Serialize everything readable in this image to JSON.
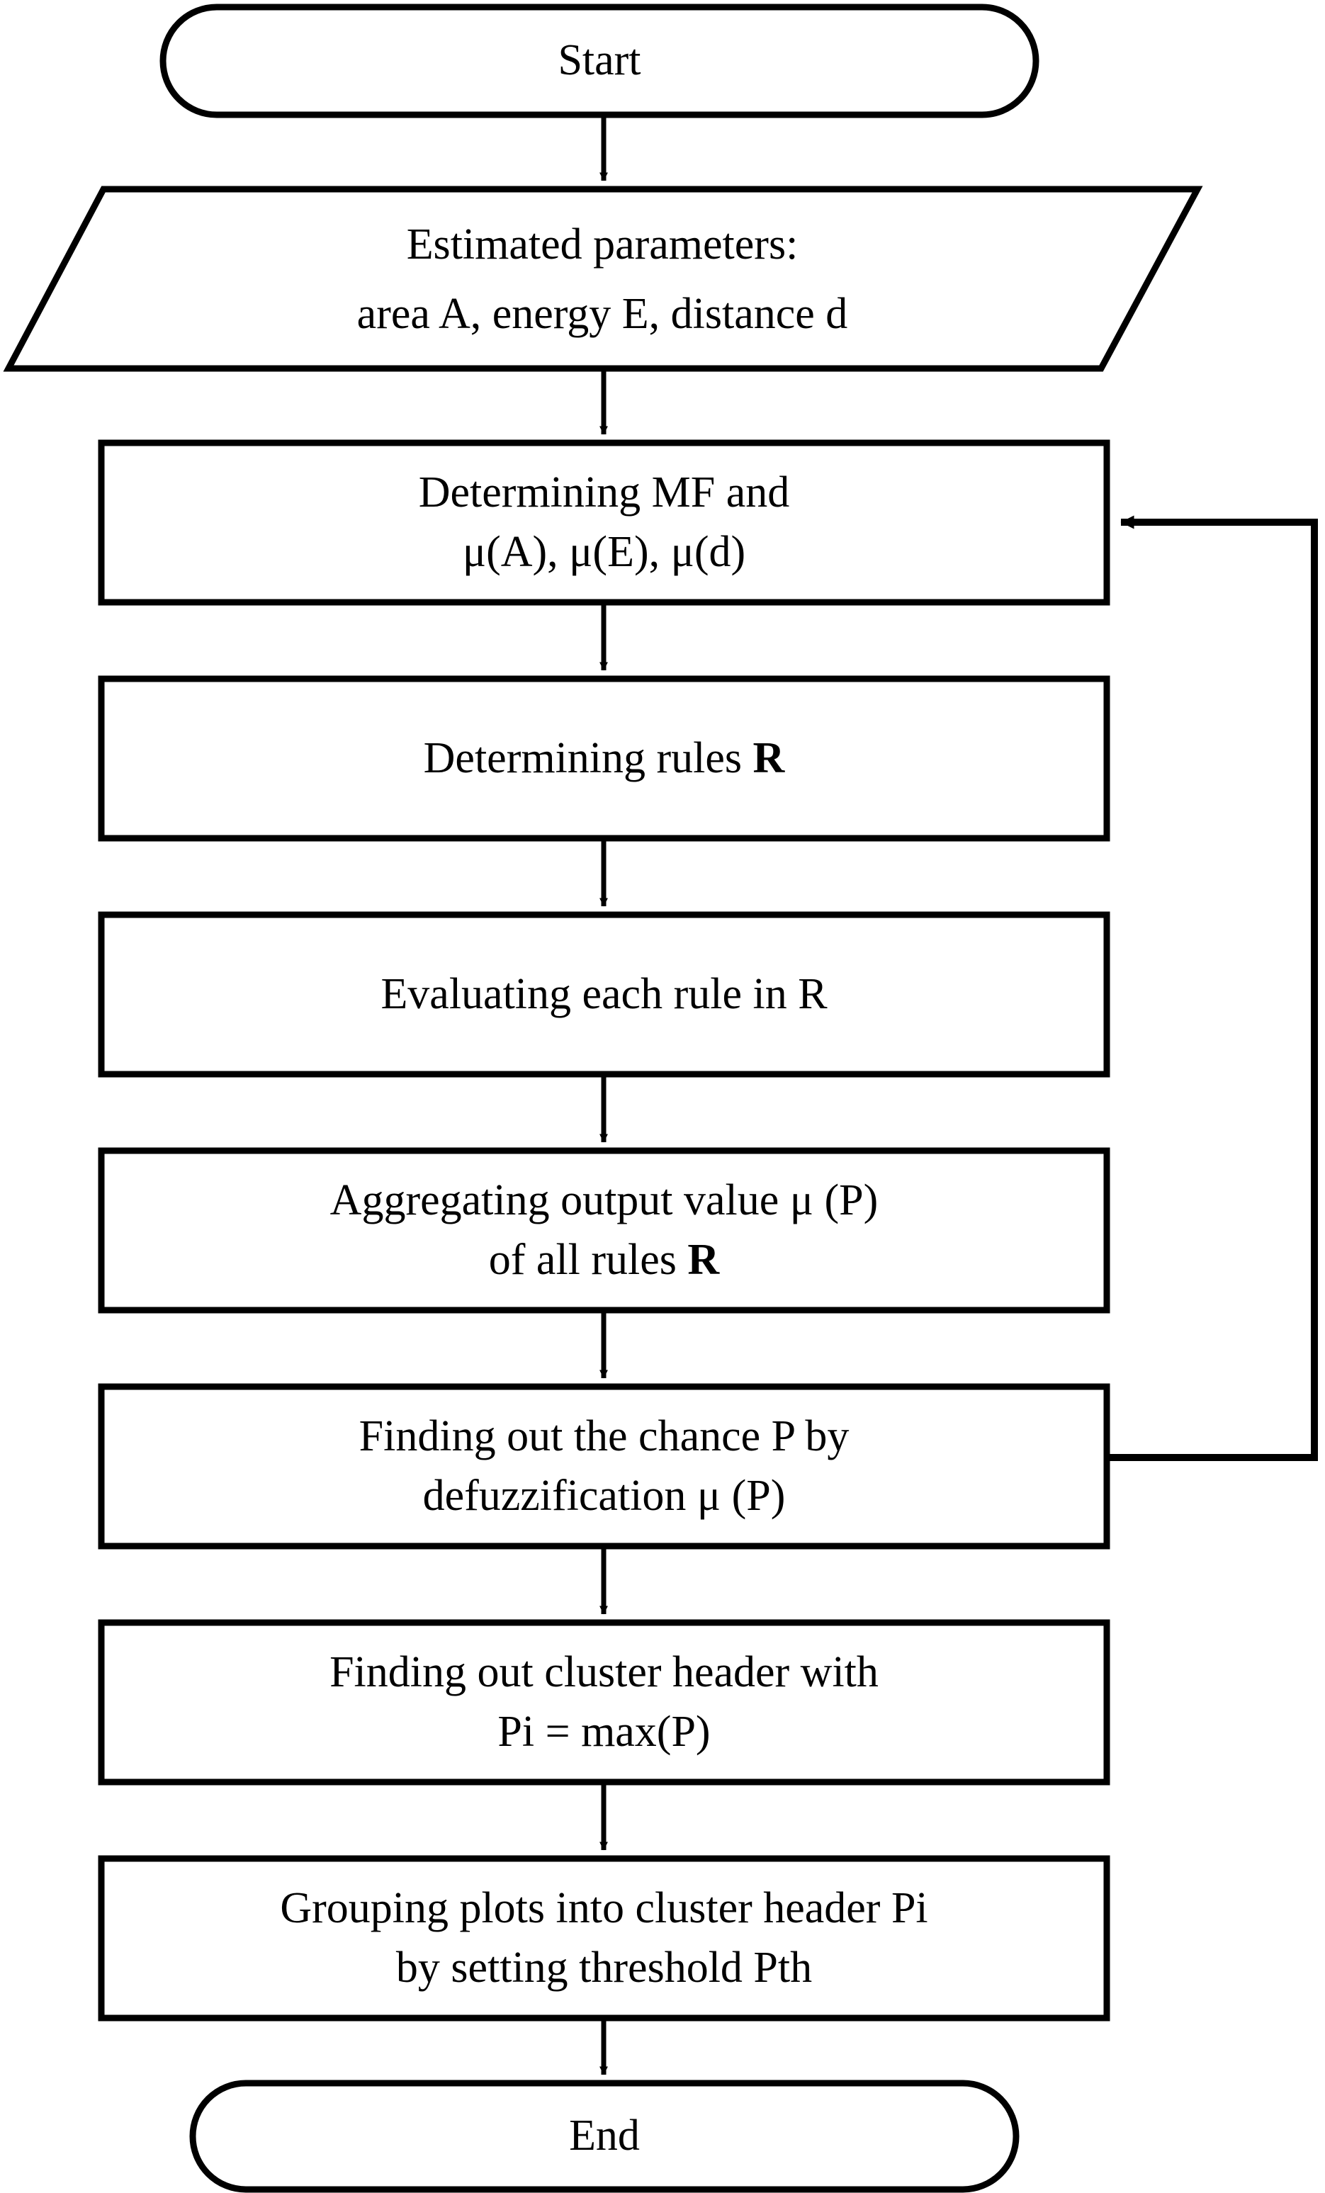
{
  "diagram": {
    "title": "Fuzzy logic cluster header selection flowchart",
    "colors": {
      "stroke": "#000000",
      "fill": "#ffffff",
      "text": "#000000"
    },
    "nodes": [
      {
        "id": "start",
        "shape": "terminator",
        "lines": [
          "Start"
        ]
      },
      {
        "id": "estimated-parameters",
        "shape": "parallelogram",
        "lines": [
          "Estimated parameters:",
          "area A, energy E, distance d"
        ]
      },
      {
        "id": "determining-mf",
        "shape": "process",
        "lines": [
          "Determining MF and",
          "μ(A), μ(E), μ(d)"
        ]
      },
      {
        "id": "determining-rules",
        "shape": "process",
        "lines": [
          "Determining rules R"
        ],
        "bold_tokens": [
          "R"
        ]
      },
      {
        "id": "evaluating-rules",
        "shape": "process",
        "lines": [
          "Evaluating each rule in R"
        ]
      },
      {
        "id": "aggregating-output",
        "shape": "process",
        "lines": [
          "Aggregating output value μ (P)",
          "of all rules R"
        ],
        "bold_tokens": [
          "R"
        ]
      },
      {
        "id": "defuzzification",
        "shape": "process",
        "lines": [
          "Finding out the chance P by",
          "defuzzification  μ (P)"
        ]
      },
      {
        "id": "finding-cluster-header",
        "shape": "process",
        "lines": [
          "Finding out cluster header with",
          "Pi = max(P)"
        ]
      },
      {
        "id": "grouping-plots",
        "shape": "process",
        "lines": [
          "Grouping plots into cluster header Pi",
          "by setting threshold Pth"
        ]
      },
      {
        "id": "end",
        "shape": "terminator",
        "lines": [
          "End"
        ]
      }
    ],
    "edges": [
      {
        "id": "start-to-params",
        "from": "start",
        "to": "estimated-parameters",
        "type": "arrow-down"
      },
      {
        "id": "params-to-mf",
        "from": "estimated-parameters",
        "to": "determining-mf",
        "type": "arrow-down"
      },
      {
        "id": "mf-to-rules",
        "from": "determining-mf",
        "to": "determining-rules",
        "type": "arrow-down"
      },
      {
        "id": "rules-to-evaluating",
        "from": "determining-rules",
        "to": "evaluating-rules",
        "type": "arrow-down"
      },
      {
        "id": "evaluating-to-aggregating",
        "from": "evaluating-rules",
        "to": "aggregating-output",
        "type": "arrow-down"
      },
      {
        "id": "aggregating-to-defuzz",
        "from": "aggregating-output",
        "to": "defuzzification",
        "type": "arrow-down"
      },
      {
        "id": "defuzz-to-cluster-header",
        "from": "defuzzification",
        "to": "finding-cluster-header",
        "type": "arrow-down"
      },
      {
        "id": "cluster-header-to-grouping",
        "from": "finding-cluster-header",
        "to": "grouping-plots",
        "type": "arrow-down"
      },
      {
        "id": "grouping-to-end",
        "from": "grouping-plots",
        "to": "end",
        "type": "arrow-down"
      },
      {
        "id": "defuzz-feedback-to-mf",
        "from": "defuzzification",
        "to": "determining-mf",
        "type": "feedback-loop-right"
      }
    ]
  },
  "labels": {
    "start": "Start",
    "params_line1": "Estimated parameters:",
    "params_line2": "area A, energy E, distance d",
    "mf_line1": "Determining MF and",
    "mf_line2": "μ(A), μ(E), μ(d)",
    "rules_prefix": "Determining rules ",
    "rules_bold": "R",
    "evaluating": "Evaluating each rule in R",
    "aggregating_line1": "Aggregating output value μ (P)",
    "aggregating_line2_prefix": "of all rules ",
    "aggregating_line2_bold": "R",
    "defuzz_line1": "Finding out the chance P by",
    "defuzz_line2": "defuzzification  μ (P)",
    "cluster_line1": "Finding out cluster header with",
    "cluster_line2": "Pi = max(P)",
    "grouping_line1": "Grouping plots into cluster header Pi",
    "grouping_line2": "by setting threshold Pth",
    "end": "End"
  }
}
